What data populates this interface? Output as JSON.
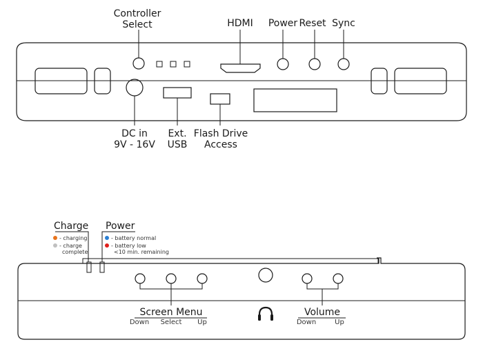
{
  "top_panel": {
    "labels": {
      "controller_select_line1": "Controller",
      "controller_select_line2": "Select",
      "hdmi": "HDMI",
      "power": "Power",
      "reset": "Reset",
      "sync": "Sync",
      "dc_in_line1": "DC in",
      "dc_in_line2": "9V - 16V",
      "ext_usb_line1": "Ext.",
      "ext_usb_line2": "USB",
      "flash_drive_line1": "Flash Drive",
      "flash_drive_line2": "Access"
    }
  },
  "bottom_panel": {
    "charge": {
      "title": "Charge",
      "legend": [
        {
          "text": "- charging",
          "color": "#e8731c"
        },
        {
          "text": "- charge",
          "text2": "complete",
          "color": "#c0c0c0"
        }
      ]
    },
    "power": {
      "title": "Power",
      "legend": [
        {
          "text": "- battery normal",
          "color": "#2a7fd4"
        },
        {
          "text": "- battery low",
          "text2": "<10 min. remaining",
          "color": "#e0201c"
        }
      ]
    },
    "screen_menu": {
      "title": "Screen Menu",
      "down": "Down",
      "select": "Select",
      "up": "Up"
    },
    "headphone_icon": "headphone-icon",
    "volume": {
      "title": "Volume",
      "down": "Down",
      "up": "Up"
    }
  }
}
